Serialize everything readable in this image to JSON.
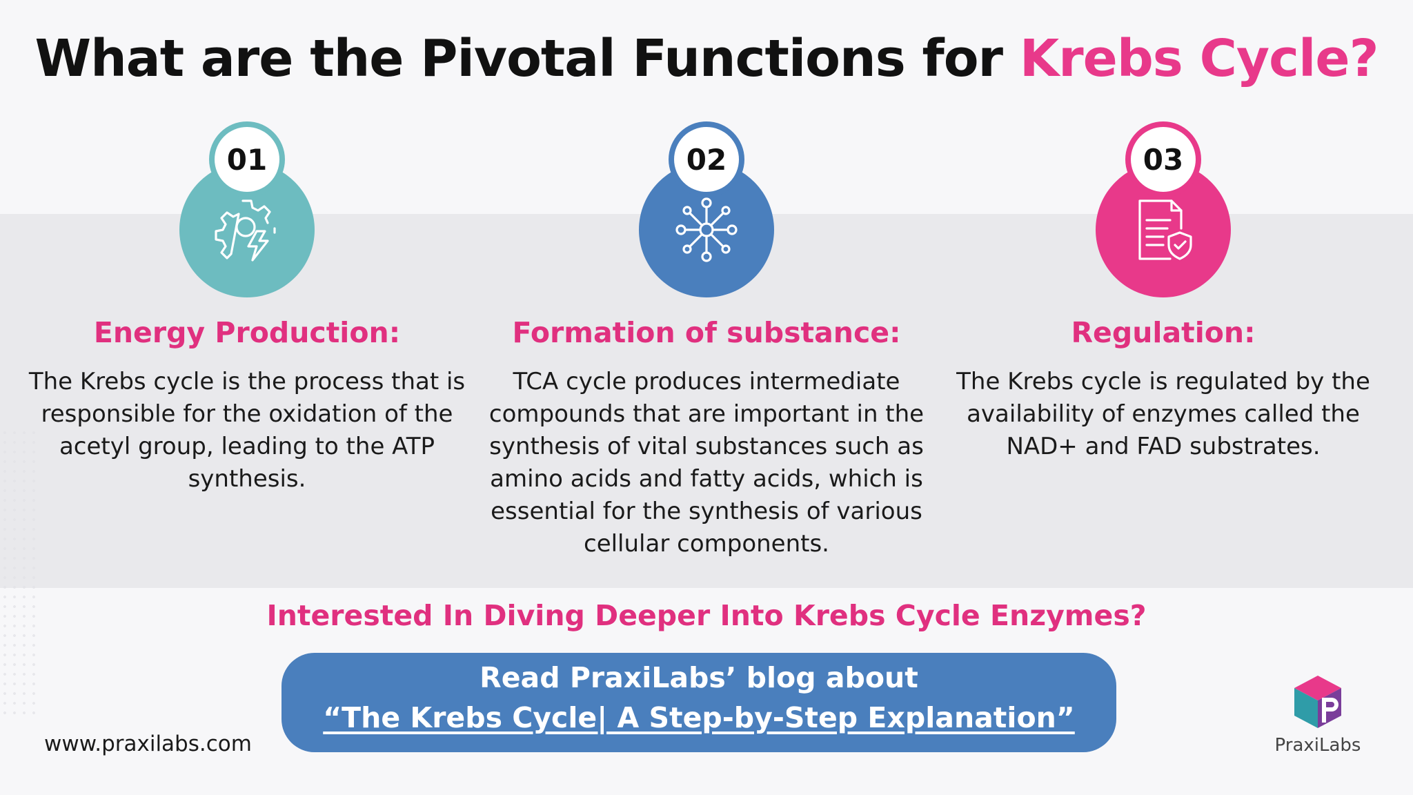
{
  "title": {
    "main": "What are the Pivotal Functions for ",
    "accent": "Krebs Cycle?"
  },
  "colors": {
    "accent_pink": "#e8398a",
    "teal": "#6dbcc0",
    "blue": "#4a7fbd",
    "band": "#e9e9ec"
  },
  "cards": [
    {
      "number": "01",
      "icon": "gear-lightning-icon",
      "heading": "Energy Production:",
      "body": "The Krebs cycle is the process that is responsible for the oxidation of the acetyl group, leading to the ATP synthesis."
    },
    {
      "number": "02",
      "icon": "molecule-network-icon",
      "heading": "Formation of substance:",
      "body": "TCA cycle produces intermediate compounds that are important in the synthesis of vital substances such as amino acids and fatty acids, which is essential for the synthesis of various cellular components."
    },
    {
      "number": "03",
      "icon": "document-shield-icon",
      "heading": "Regulation:",
      "body": "The Krebs cycle is regulated by the availability of enzymes called the NAD+ and FAD substrates."
    }
  ],
  "cta": {
    "heading": "Interested In Diving Deeper Into Krebs Cycle Enzymes?",
    "line1": "Read PraxiLabs’ blog about",
    "line2": "“The Krebs Cycle| A Step-by-Step Explanation”"
  },
  "footer": {
    "website": "www.praxilabs.com",
    "logo_name": "PraxiLabs",
    "logo_icon": "praxilabs-cube-logo"
  }
}
